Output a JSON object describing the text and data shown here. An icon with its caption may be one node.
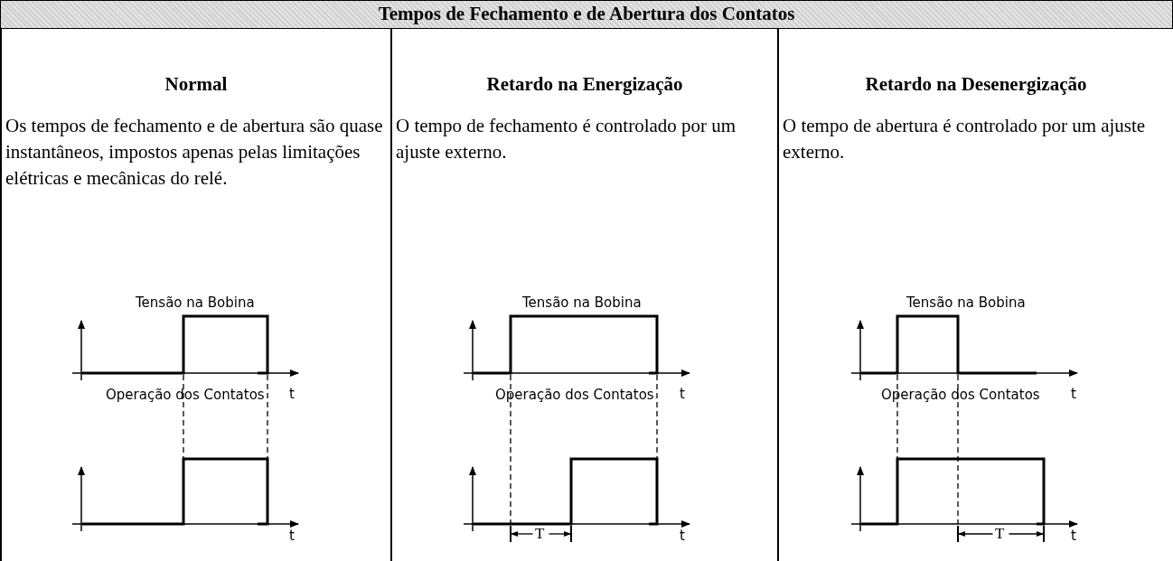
{
  "diagram": {
    "title": "Tempos de Fechamento e de Abertura dos Contatos",
    "nodes": [
      {
        "text": [
          "Normal",
          "Os tempos de fechamento e de abertura são quase instantâneos, impostos apenas pelas limitações elétricas e mecânicas do relé."
        ]
      },
      {
        "text": [
          "Retardo na Energização",
          "O tempo de fechamento é controlado por um ajuste externo."
        ]
      },
      {
        "text": [
          "Retardo na Desenergização",
          "O tempo de abertura é controlado por um ajuste externo."
        ]
      }
    ],
    "labels": [
      "Tensão na Bobina",
      "Operação dos Contatos",
      "t",
      "t",
      "Tensão na Bobina",
      "Operação dos Contatos",
      "t",
      "T",
      "t",
      "Tensão na Bobina",
      "Operação dos Contatos",
      "t",
      "T",
      "t"
    ]
  }
}
